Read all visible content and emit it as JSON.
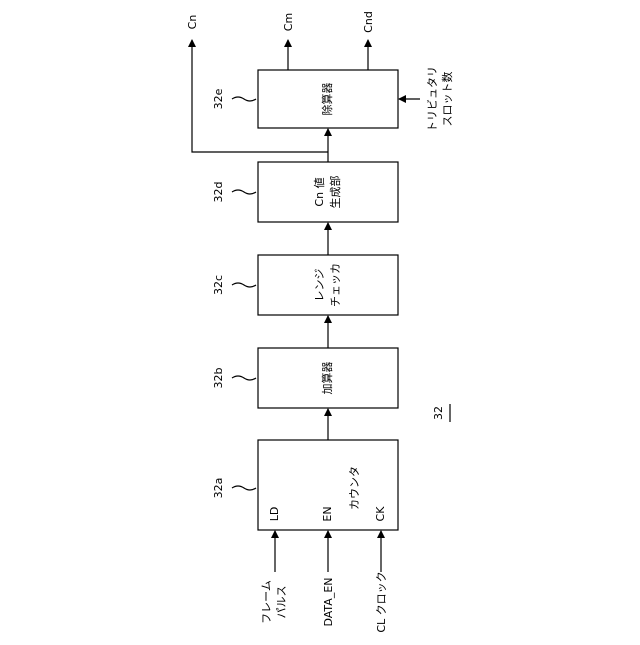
{
  "figure_number": "32",
  "blocks": {
    "counter": {
      "ref": "32a",
      "label": "カウンタ",
      "ports": {
        "ld": "LD",
        "en": "EN",
        "ck": "CK"
      }
    },
    "adder": {
      "ref": "32b",
      "label": "加算器"
    },
    "range_check": {
      "ref": "32c",
      "label_line1": "レンジ",
      "label_line2": "チェッカ"
    },
    "cn_generator": {
      "ref": "32d",
      "label_line1": "Cn 値",
      "label_line2": "生成部"
    },
    "divider": {
      "ref": "32e",
      "label": "除算器"
    }
  },
  "inputs": {
    "frame_pulse_line1": "フレーム",
    "frame_pulse_line2": "パルス",
    "data_en": "DATA_EN",
    "cl_clock": "CL クロック",
    "tributary_line1": "トリビュタリ",
    "tributary_line2": "スロット数"
  },
  "outputs": {
    "cn": "Cn",
    "cm": "Cm",
    "cnd": "Cnd"
  }
}
